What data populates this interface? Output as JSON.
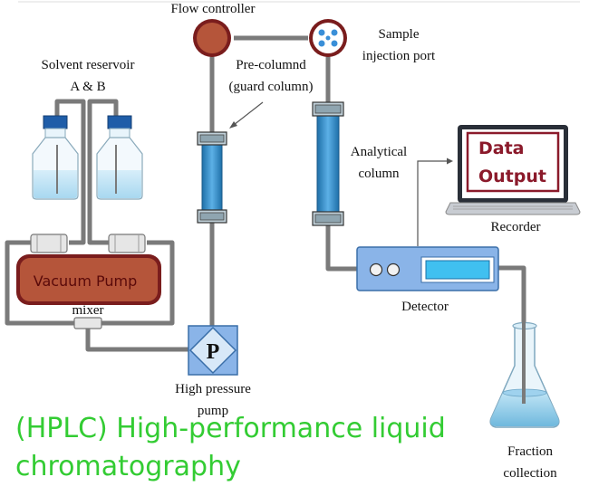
{
  "labels": {
    "flow_controller": "Flow controller",
    "sample_injection_port_line1": "Sample",
    "sample_injection_port_line2": "injection port",
    "solvent_reservoir_line1": "Solvent reservoir",
    "solvent_reservoir_line2": "A & B",
    "pre_column_line1": "Pre-columnd",
    "pre_column_line2": "(guard column)",
    "analytical_column_line1": "Analytical",
    "analytical_column_line2": "column",
    "vacuum_pump": "Vacuum Pump",
    "mixer": "mixer",
    "pump_symbol": "P",
    "high_pressure_pump_line1": "High pressure",
    "high_pressure_pump_line2": "pump",
    "detector": "Detector",
    "recorder": "Recorder",
    "data_output_line1": "Data",
    "data_output_line2": "Output",
    "fraction_collection_line1": "Fraction",
    "fraction_collection_line2": "collection"
  },
  "title": {
    "line1": "(HPLC) High-performance liquid",
    "line2": "chromatography"
  },
  "colors": {
    "title": "#33cc33",
    "vacuum_pump_fill": "#b5553a",
    "vacuum_pump_border": "#7a1d1d",
    "vacuum_pump_text": "#5a0a0a",
    "flow_controller": "#b5553a",
    "column_blue": "#3a8fc8",
    "detector_body": "#8ab4e8",
    "detector_screen": "#40c0f0",
    "pump_box": "#8ab4e8",
    "data_output_text": "#8b1a2b",
    "data_output_border": "#8b1a2b",
    "tubing": "#808080"
  }
}
